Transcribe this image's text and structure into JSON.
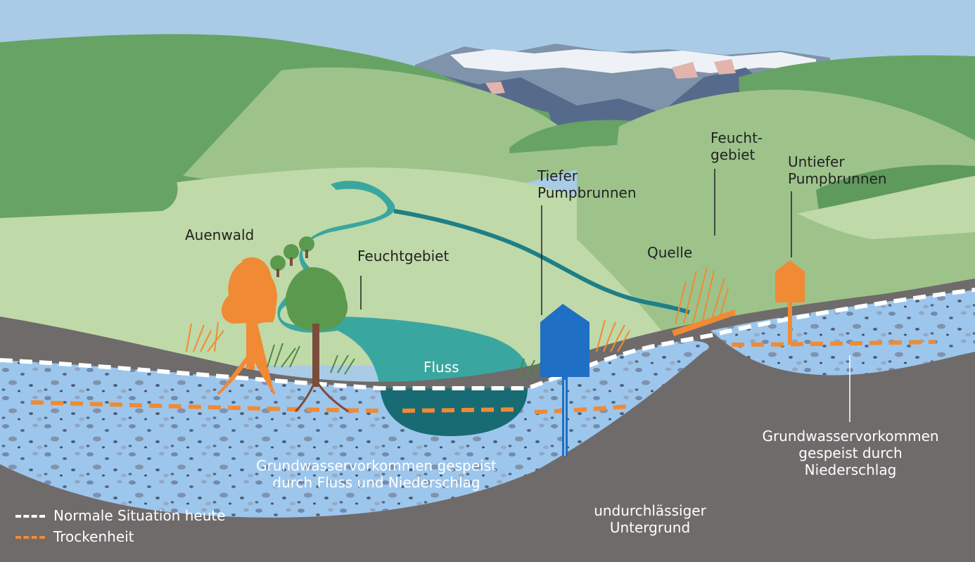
{
  "labels": {
    "auenwald": "Auenwald",
    "feuchtgebiet_river": "Feuchtgebiet",
    "fluss": "Fluss",
    "tiefer_pumpbrunnen": "Tiefer\nPumpbrunnen",
    "feuchtgebiet_hill": "Feucht-\ngebiet",
    "untiefer_pumpbrunnen": "Untiefer\nPumpbrunnen",
    "quelle": "Quelle",
    "groundwater_river": "Grundwasservorkommen gespeist\ndurch Fluss und Niederschlag",
    "groundwater_rain": "Grundwasservorkommen\ngespeist durch\nNiederschlag",
    "bedrock": "undurchlässiger\nUntergrund"
  },
  "legend": {
    "normal": "Normale Situation heute",
    "drought": "Trockenheit"
  },
  "colors": {
    "sky": "#a9cbe6",
    "hills_dark": "#67a364",
    "hills_light": "#a3c68f",
    "valley": "#c0d9a8",
    "river": "#3aa6a0",
    "aquifer": "#9dc6ec",
    "bedrock": "#6f6b6b",
    "drought": "#f08a34",
    "normal": "#ffffff",
    "well_deep": "#1f6fc4",
    "well_shallow": "#f08a34"
  }
}
